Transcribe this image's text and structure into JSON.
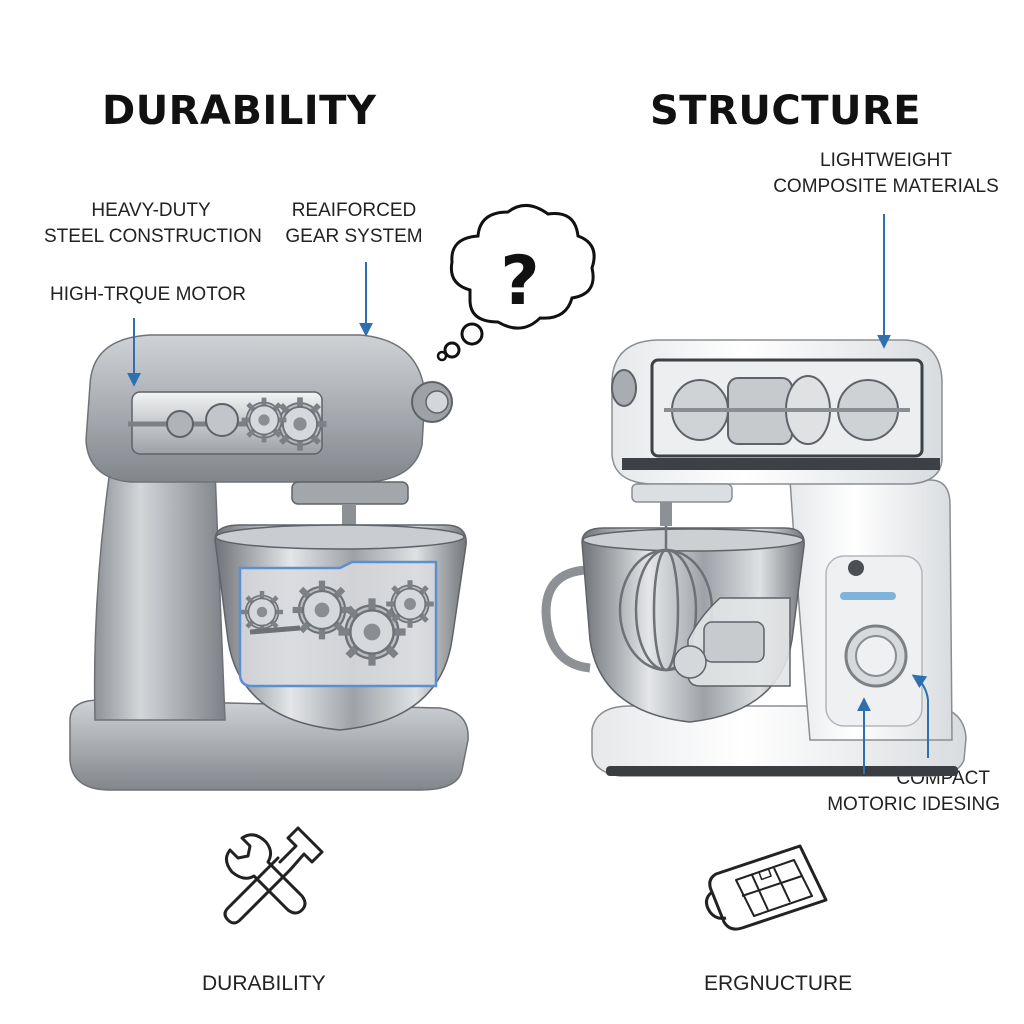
{
  "left_panel": {
    "heading": "DURABILITY",
    "callouts": {
      "steel": [
        "HEAVY-DUTY",
        "STEEL CONSTRUCTION"
      ],
      "gear": [
        "REAIFORCED",
        "GEAR SYSTEM"
      ],
      "motor": "HIGH-TRQUE MOTOR"
    },
    "icon": "wrench-hammer-icon",
    "caption": "DURABILITY",
    "mixer_finish": "brushed-steel"
  },
  "right_panel": {
    "heading": "STRUCTURE",
    "callouts": {
      "materials": [
        "LIGHTWEIGHT",
        "COMPOSITE MATERIALS"
      ],
      "motor": [
        "COMPACT",
        "MOTORIC IDESING"
      ]
    },
    "icon": "blueprint-icon",
    "caption": "ERGNUCTURE",
    "mixer_finish": "white"
  },
  "thought_bubble": {
    "symbol": "?",
    "icon": "thought-bubble-icon"
  },
  "colors": {
    "arrow": "#2e6fb0",
    "heading": "#111111",
    "steel": "#a8acb1",
    "white_body": "#f4f5f6"
  }
}
